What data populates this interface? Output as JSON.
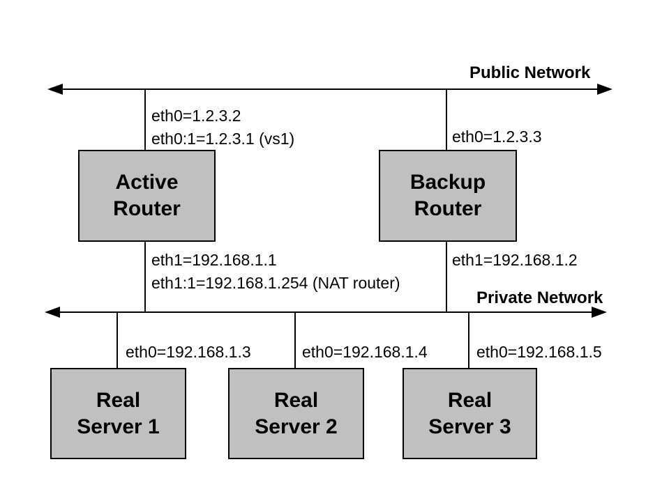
{
  "networks": {
    "public": {
      "label": "Public Network"
    },
    "private": {
      "label": "Private Network"
    }
  },
  "nodes": {
    "active_router": {
      "label": "Active\nRouter"
    },
    "backup_router": {
      "label": "Backup\nRouter"
    },
    "real_server_1": {
      "label": "Real\nServer 1"
    },
    "real_server_2": {
      "label": "Real\nServer 2"
    },
    "real_server_3": {
      "label": "Real\nServer 3"
    }
  },
  "interfaces": {
    "active_eth0": "eth0=1.2.3.2",
    "active_eth0_alias": "eth0:1=1.2.3.1 (vs1)",
    "backup_eth0": "eth0=1.2.3.3",
    "active_eth1": "eth1=192.168.1.1",
    "active_eth1_alias": "eth1:1=192.168.1.254 (NAT router)",
    "backup_eth1": "eth1=192.168.1.2",
    "server1_eth0": "eth0=192.168.1.3",
    "server2_eth0": "eth0=192.168.1.4",
    "server3_eth0": "eth0=192.168.1.5"
  },
  "colors": {
    "background": "#ffffff",
    "box_fill": "#c0c0c0",
    "box_border": "#000000",
    "line": "#000000",
    "text": "#000000"
  }
}
